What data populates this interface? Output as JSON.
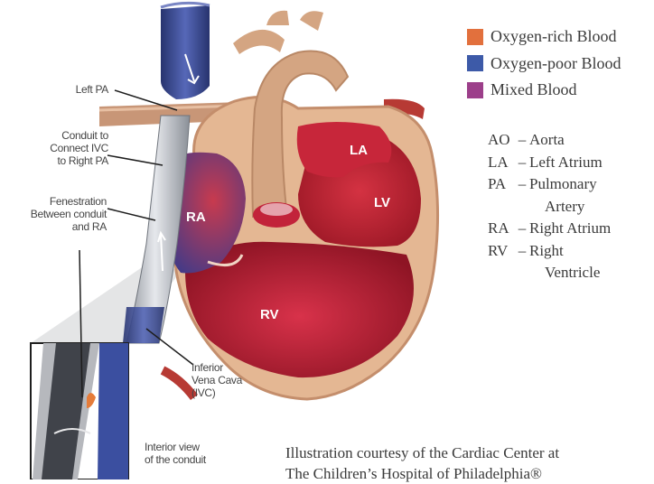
{
  "labels": {
    "left_pa": "Left PA",
    "conduit": [
      "Conduit to",
      "Connect IVC",
      "to Right PA"
    ],
    "fenestration": [
      "Fenestration",
      "Between conduit",
      "and RA"
    ],
    "ivc": [
      "Inferior",
      "Vena Cava",
      "(IVC)"
    ],
    "interior": [
      "Interior view",
      "of the conduit"
    ]
  },
  "chambers": {
    "la": "LA",
    "lv": "LV",
    "ra": "RA",
    "rv": "RV"
  },
  "legend": [
    {
      "label": "Oxygen-rich Blood",
      "color": "#e2703d"
    },
    {
      "label": "Oxygen-poor Blood",
      "color": "#3d5aa8"
    },
    {
      "label": "Mixed Blood",
      "color": "#9c3f8a"
    }
  ],
  "abbreviations": [
    {
      "code": "AO",
      "name": [
        "Aorta"
      ]
    },
    {
      "code": "LA",
      "name": [
        "Left Atrium"
      ]
    },
    {
      "code": "PA",
      "name": [
        "Pulmonary",
        "Artery"
      ]
    },
    {
      "code": "RA",
      "name": [
        "Right Atrium"
      ]
    },
    {
      "code": "RV",
      "name": [
        "Right",
        "Ventricle"
      ]
    }
  ],
  "credit": [
    "Illustration courtesy of the Cardiac Center at",
    "The Children’s Hospital of Philadelphia®"
  ]
}
